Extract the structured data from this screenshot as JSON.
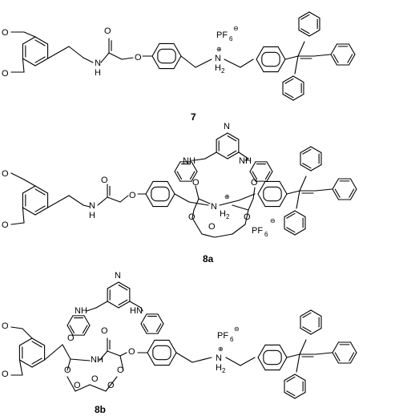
{
  "compounds": [
    {
      "id": "7",
      "atoms": {
        "O": "O",
        "H": "H",
        "N": "N"
      },
      "counterion": {
        "base": "PF",
        "sub": "6",
        "charge": "⊖"
      },
      "ammonium": {
        "N": "N",
        "H": "H",
        "sub": "2",
        "charge": "⊕"
      }
    },
    {
      "id": "8a",
      "atoms": {
        "O": "O",
        "H": "H",
        "N": "N",
        "NH": "NH"
      },
      "counterion": {
        "base": "PF",
        "sub": "6",
        "charge": "⊖"
      },
      "ammonium": {
        "N": "N",
        "H": "H",
        "sub": "2",
        "charge": "⊕"
      }
    },
    {
      "id": "8b",
      "atoms": {
        "O": "O",
        "H": "H",
        "N": "N",
        "NH": "NH",
        "HN": "HN"
      },
      "counterion": {
        "base": "PF",
        "sub": "6",
        "charge": "⊖"
      },
      "ammonium": {
        "N": "N",
        "H": "H",
        "sub": "2",
        "charge": "⊕"
      }
    }
  ]
}
